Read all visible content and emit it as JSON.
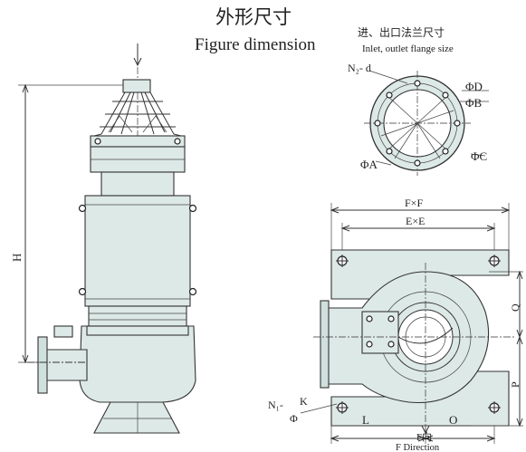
{
  "header": {
    "title_cn": "外形尺寸",
    "title_en": "Figure dimension"
  },
  "flange": {
    "title_cn": "进、出口法兰尺寸",
    "title_en": "Inlet, outlet flange size",
    "labels": {
      "n2": "N₂- d",
      "phi_d": "ΦD",
      "phi_b": "ΦB",
      "phi_c": "ΦC",
      "phi_a": "ΦA"
    }
  },
  "side_view": {
    "label_h": "H"
  },
  "plan_view": {
    "label_fxf": "F×F",
    "label_exe": "E×E",
    "label_q": "Q",
    "label_p": "P",
    "label_n1": "N₁-",
    "label_phi": "Φ",
    "label_k": "K",
    "label_l": "L",
    "label_o": "O",
    "label_f_cn": "F向",
    "label_f_en": "F Direction"
  }
}
